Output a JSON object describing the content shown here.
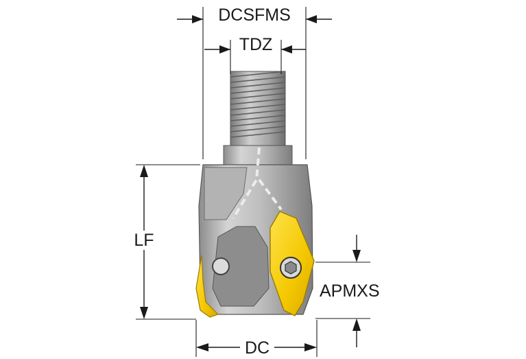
{
  "labels": {
    "dcsfms": "DCSFMS",
    "tdz": "TDZ",
    "lf": "LF",
    "apmxs": "APMXS",
    "dc": "DC"
  },
  "colors": {
    "steel_light": "#c9c9c9",
    "steel_mid": "#a7a7a7",
    "steel_dark": "#6f6f6f",
    "insert_yellow": "#f3c700",
    "insert_edge": "#b08a00",
    "line": "#1a1a1a"
  }
}
